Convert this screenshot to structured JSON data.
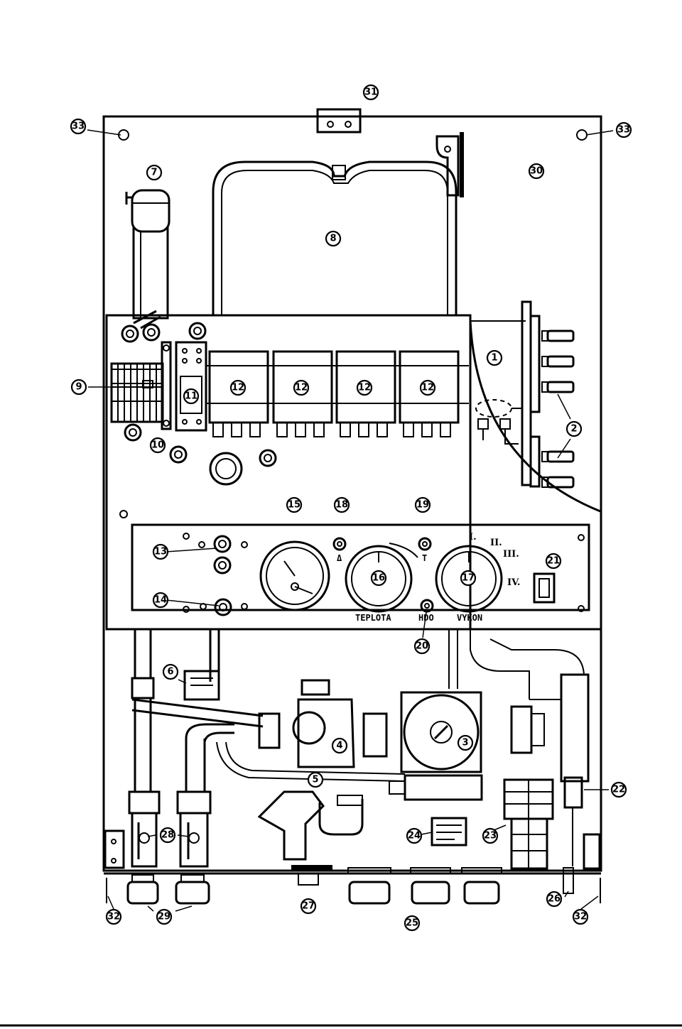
{
  "callouts": {
    "c1": "1",
    "c2": "2",
    "c3": "3",
    "c4": "4",
    "c5": "5",
    "c6": "6",
    "c7": "7",
    "c8": "8",
    "c9": "9",
    "c10": "10",
    "c11": "11",
    "c12": "12",
    "c13": "13",
    "c14": "14",
    "c15": "15",
    "c16": "16",
    "c17": "17",
    "c18": "18",
    "c19": "19",
    "c20": "20",
    "c21": "21",
    "c22": "22",
    "c23": "23",
    "c24": "24",
    "c25": "25",
    "c26": "26",
    "c27": "27",
    "c28": "28",
    "c29": "29",
    "c30": "30",
    "c31": "31",
    "c32": "32",
    "c33": "33"
  },
  "panel_labels": {
    "temperature": "TEPLOTA",
    "power": "VYKON",
    "pressure_symbol": "Δ",
    "thermostat_symbol": "T",
    "hdo": "HDO",
    "power_steps": [
      "I.",
      "II.",
      "III.",
      "IV."
    ]
  }
}
